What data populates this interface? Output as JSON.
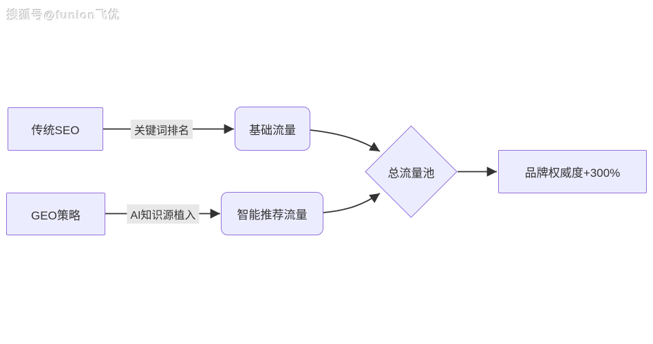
{
  "watermark": {
    "text": "搜狐号@funion飞优"
  },
  "colors": {
    "node_fill": "#ECECFF",
    "node_border": "#9370DB",
    "arrow": "#333333",
    "edge_label_bg": "#e8e8e8",
    "text": "#333333"
  },
  "diagram": {
    "type": "flowchart",
    "direction": "left-to-right",
    "nodes": [
      {
        "id": "A",
        "label": "传统SEO",
        "shape": "rectangle"
      },
      {
        "id": "B",
        "label": "基础流量",
        "shape": "rounded-rectangle"
      },
      {
        "id": "C",
        "label": "GEO策略",
        "shape": "rectangle"
      },
      {
        "id": "D",
        "label": "智能推荐流量",
        "shape": "rounded-rectangle"
      },
      {
        "id": "E",
        "label": "总流量池",
        "shape": "diamond"
      },
      {
        "id": "F",
        "label": "品牌权威度+300%",
        "shape": "rectangle"
      }
    ],
    "edges": [
      {
        "from": "传统SEO",
        "to": "基础流量",
        "label": "关键词排名"
      },
      {
        "from": "GEO策略",
        "to": "智能推荐流量",
        "label": "AI知识源植入"
      },
      {
        "from": "基础流量",
        "to": "总流量池",
        "label": ""
      },
      {
        "from": "智能推荐流量",
        "to": "总流量池",
        "label": ""
      },
      {
        "from": "总流量池",
        "to": "品牌权威度+300%",
        "label": ""
      }
    ]
  }
}
